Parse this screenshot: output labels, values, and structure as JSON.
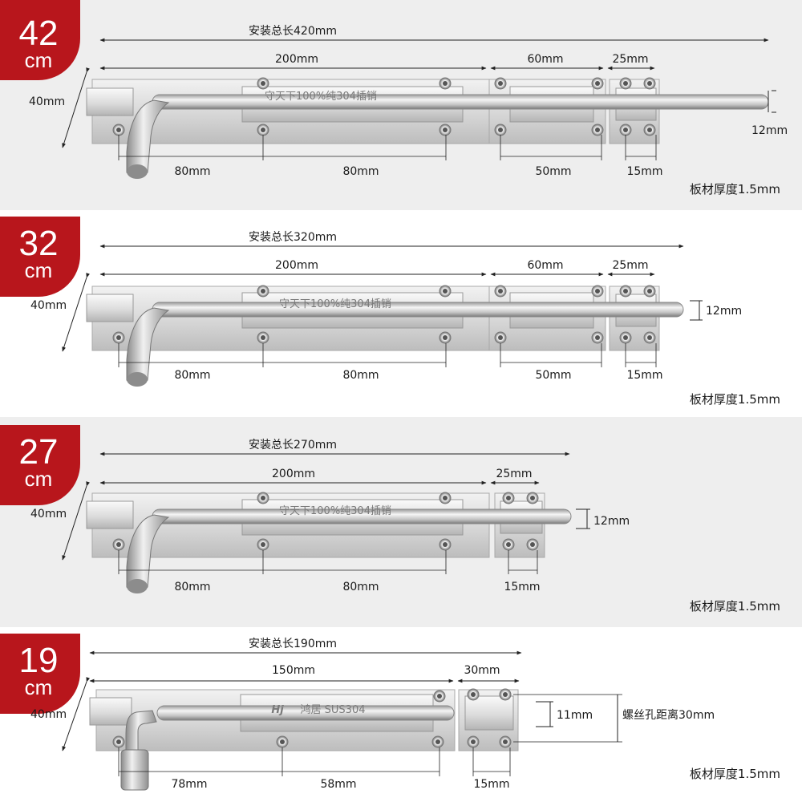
{
  "products": [
    {
      "badge_num": "42",
      "badge_unit": "cm",
      "total_label": "安装总长420mm",
      "height_label": "40mm",
      "top_dims": [
        "200mm",
        "60mm",
        "25mm"
      ],
      "bottom_dims": [
        "80mm",
        "80mm",
        "50mm",
        "15mm"
      ],
      "pin_label": "12mm",
      "engraving": "守天下100%纯304插销",
      "thickness": "板材厚度1.5mm"
    },
    {
      "badge_num": "32",
      "badge_unit": "cm",
      "total_label": "安装总长320mm",
      "height_label": "40mm",
      "top_dims": [
        "200mm",
        "60mm",
        "25mm"
      ],
      "bottom_dims": [
        "80mm",
        "80mm",
        "50mm",
        "15mm"
      ],
      "pin_label": "12mm",
      "engraving": "守天下100%纯304插销",
      "thickness": "板材厚度1.5mm"
    },
    {
      "badge_num": "27",
      "badge_unit": "cm",
      "total_label": "安装总长270mm",
      "height_label": "40mm",
      "top_dims": [
        "200mm",
        "25mm"
      ],
      "bottom_dims": [
        "80mm",
        "80mm",
        "15mm"
      ],
      "pin_label": "12mm",
      "engraving": "守天下100%纯304插销",
      "thickness": "板材厚度1.5mm"
    },
    {
      "badge_num": "19",
      "badge_unit": "cm",
      "total_label": "安装总长190mm",
      "height_label": "40mm",
      "top_dims": [
        "150mm",
        "30mm"
      ],
      "bottom_dims": [
        "78mm",
        "58mm",
        "15mm"
      ],
      "pin_label": "11mm",
      "hole_label": "螺丝孔距离30mm",
      "engraving_logo": "Hj",
      "engraving": "鸿居 SUS304",
      "thickness": "板材厚度1.5mm"
    }
  ],
  "colors": {
    "badge": "#b8161c",
    "band_grey": "#eeeeee",
    "steel_light": "#e6e6e6",
    "steel_dark": "#9a9a9a",
    "line": "#222222"
  }
}
